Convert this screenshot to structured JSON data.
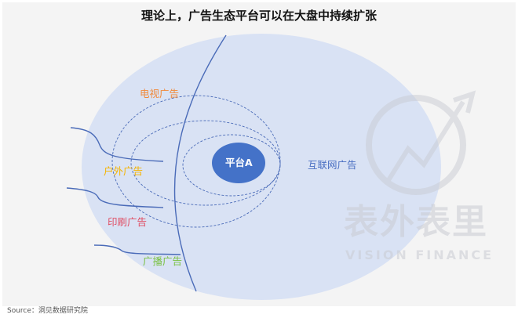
{
  "title": "理论上，广告生态平台可以在大盘中持续扩张",
  "labels": {
    "tv": "电视广告",
    "outdoor": "户外广告",
    "print": "印刷广告",
    "radio": "广播广告",
    "internet": "互联网广告",
    "platform": "平台A"
  },
  "watermark": {
    "cn": "表外表里",
    "en": "VISION FINANCE"
  },
  "source": "Source：洞见数据研究院",
  "colors": {
    "tv": "#f08a3c",
    "outdoor": "#f5b400",
    "print": "#e04e64",
    "radio": "#7ac143",
    "internet": "#4a6fc2",
    "platform": "#4472c8",
    "bg_ellipse": "#d9e2f4",
    "line": "#4a6bb8"
  }
}
